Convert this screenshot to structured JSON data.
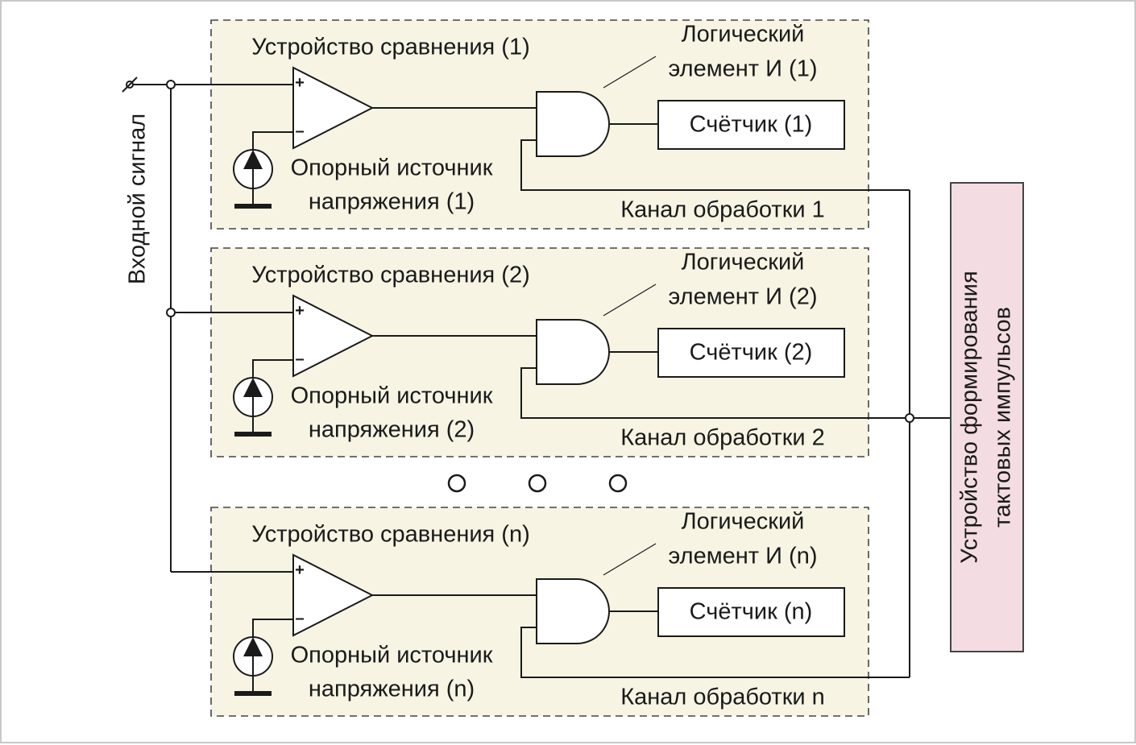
{
  "colors": {
    "channel_fill": "#f7f4e4",
    "channel_border": "#444444",
    "clock_fill": "#f3dde2",
    "line": "#1a1a1a",
    "gate_fill": "#ffffff"
  },
  "input_signal_label": "Входной сигнал",
  "clock_generator": {
    "line1": "Устройство формирования",
    "line2": "тактовых импульсов"
  },
  "comparator_signs": {
    "plus": "+",
    "minus": "–"
  },
  "channels": [
    {
      "comparator_label": "Устройство сравнения (1)",
      "gate_label_line1": "Логический",
      "gate_label_line2": "элемент И (1)",
      "counter_label": "Счётчик (1)",
      "reference_line1": "Опорный источник",
      "reference_line2": "напряжения (1)",
      "channel_label": "Канал обработки 1"
    },
    {
      "comparator_label": "Устройство сравнения (2)",
      "gate_label_line1": "Логический",
      "gate_label_line2": "элемент И (2)",
      "counter_label": "Счётчик (2)",
      "reference_line1": "Опорный источник",
      "reference_line2": "напряжения (2)",
      "channel_label": "Канал обработки 2"
    },
    {
      "comparator_label": "Устройство сравнения (n)",
      "gate_label_line1": "Логический",
      "gate_label_line2": "элемент И (n)",
      "counter_label": "Счётчик (n)",
      "reference_line1": "Опорный источник",
      "reference_line2": "напряжения (n)",
      "channel_label": "Канал обработки n"
    }
  ]
}
